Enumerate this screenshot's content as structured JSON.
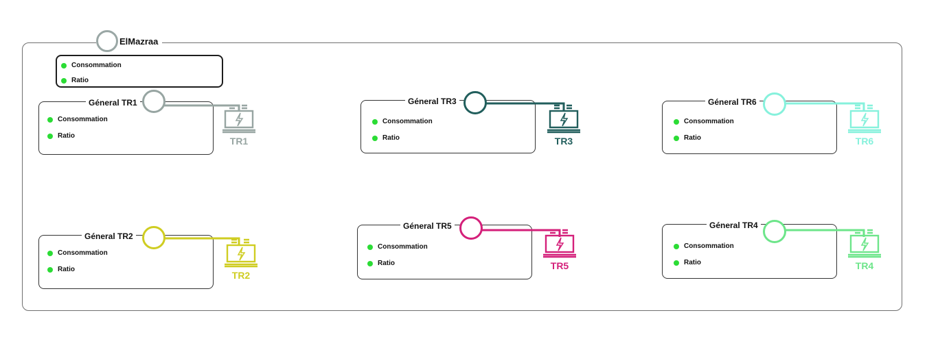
{
  "site": {
    "name": "ElMazraa",
    "ring_color": "#9aa7a5",
    "summary_items": [
      "Consommation",
      "Ratio"
    ]
  },
  "status_dot_color": "#2bdc35",
  "transformers": [
    {
      "title": "Géneral TR1",
      "label": "TR1",
      "color": "#97a5a2",
      "items": [
        "Consommation",
        "Ratio"
      ]
    },
    {
      "title": "Géneral TR3",
      "label": "TR3",
      "color": "#215e5c",
      "items": [
        "Consommation",
        "Ratio"
      ]
    },
    {
      "title": "Géneral TR6",
      "label": "TR6",
      "color": "#86f1dc",
      "items": [
        "Consommation",
        "Ratio"
      ]
    },
    {
      "title": "Géneral TR2",
      "label": "TR2",
      "color": "#cfcd22",
      "items": [
        "Consommation",
        "Ratio"
      ]
    },
    {
      "title": "Géneral TR5",
      "label": "TR5",
      "color": "#d4207a",
      "items": [
        "Consommation",
        "Ratio"
      ]
    },
    {
      "title": "Géneral TR4",
      "label": "TR4",
      "color": "#6de58a",
      "items": [
        "Consommation",
        "Ratio"
      ]
    }
  ]
}
